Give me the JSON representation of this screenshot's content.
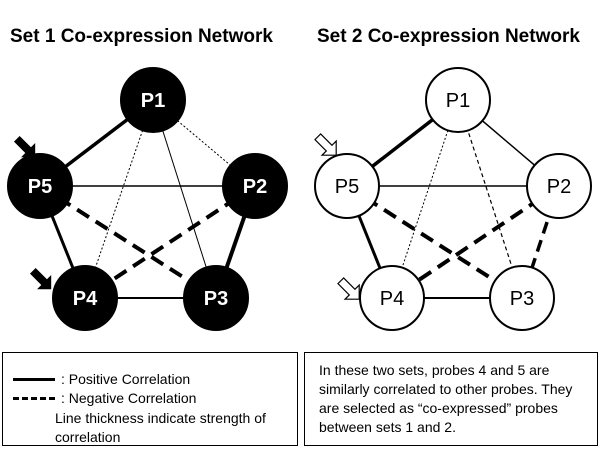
{
  "titles": {
    "set1": "Set 1 Co-expression Network",
    "set2": "Set 2 Co-expression Network"
  },
  "nodes": {
    "p1": "P1",
    "p2": "P2",
    "p3": "P3",
    "p4": "P4",
    "p5": "P5"
  },
  "colors": {
    "set1_node_fill": "#000000",
    "set1_node_text": "#ffffff",
    "set2_node_fill": "#ffffff",
    "set2_node_text": "#000000"
  },
  "legend": {
    "positive": ": Positive Correlation",
    "negative": ": Negative Correlation",
    "note": "Line thickness indicate strength of correlation"
  },
  "note": "In these two sets, probes 4 and 5 are similarly correlated to other probes. They are selected as “co-expressed” probes between sets 1 and 2."
}
